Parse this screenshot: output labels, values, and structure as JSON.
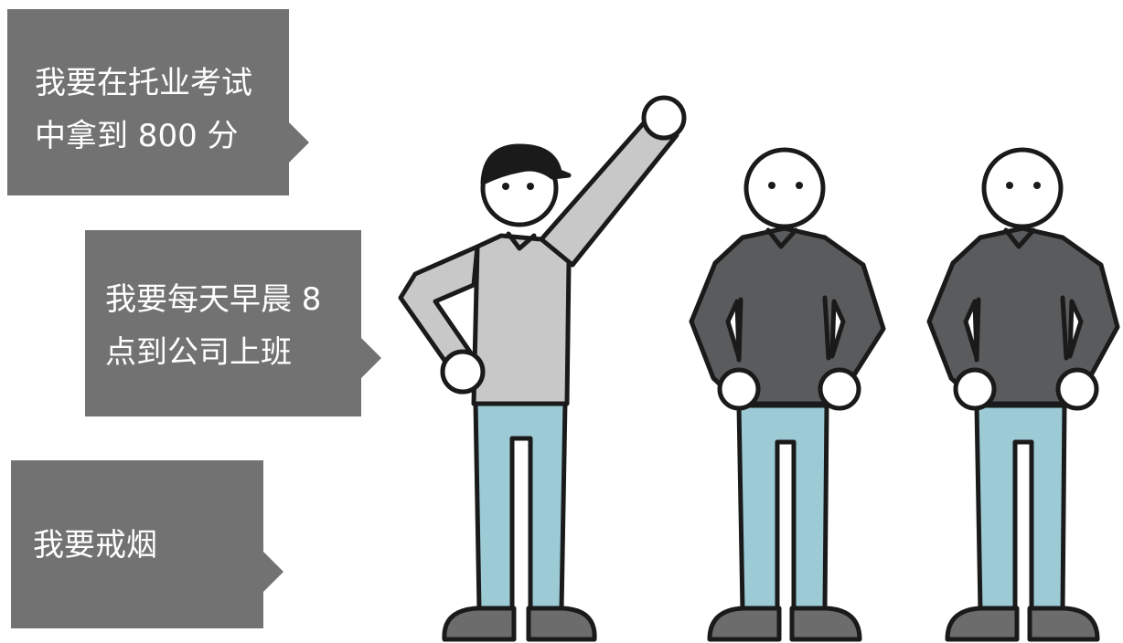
{
  "bubbles": [
    {
      "lines": [
        "我要在托业考试",
        "中拿到 800 分"
      ]
    },
    {
      "lines": [
        "我要每天早晨 8",
        "点到公司上班"
      ]
    },
    {
      "lines": [
        "我要戒烟"
      ]
    }
  ],
  "colors": {
    "bubble": "#737273",
    "light_sweater": "#c8c8c8",
    "dark_sweater": "#5a5b5d",
    "pants": "#9ccad5",
    "shoes": "#6c6c6c",
    "outline": "#1a1a1a"
  }
}
